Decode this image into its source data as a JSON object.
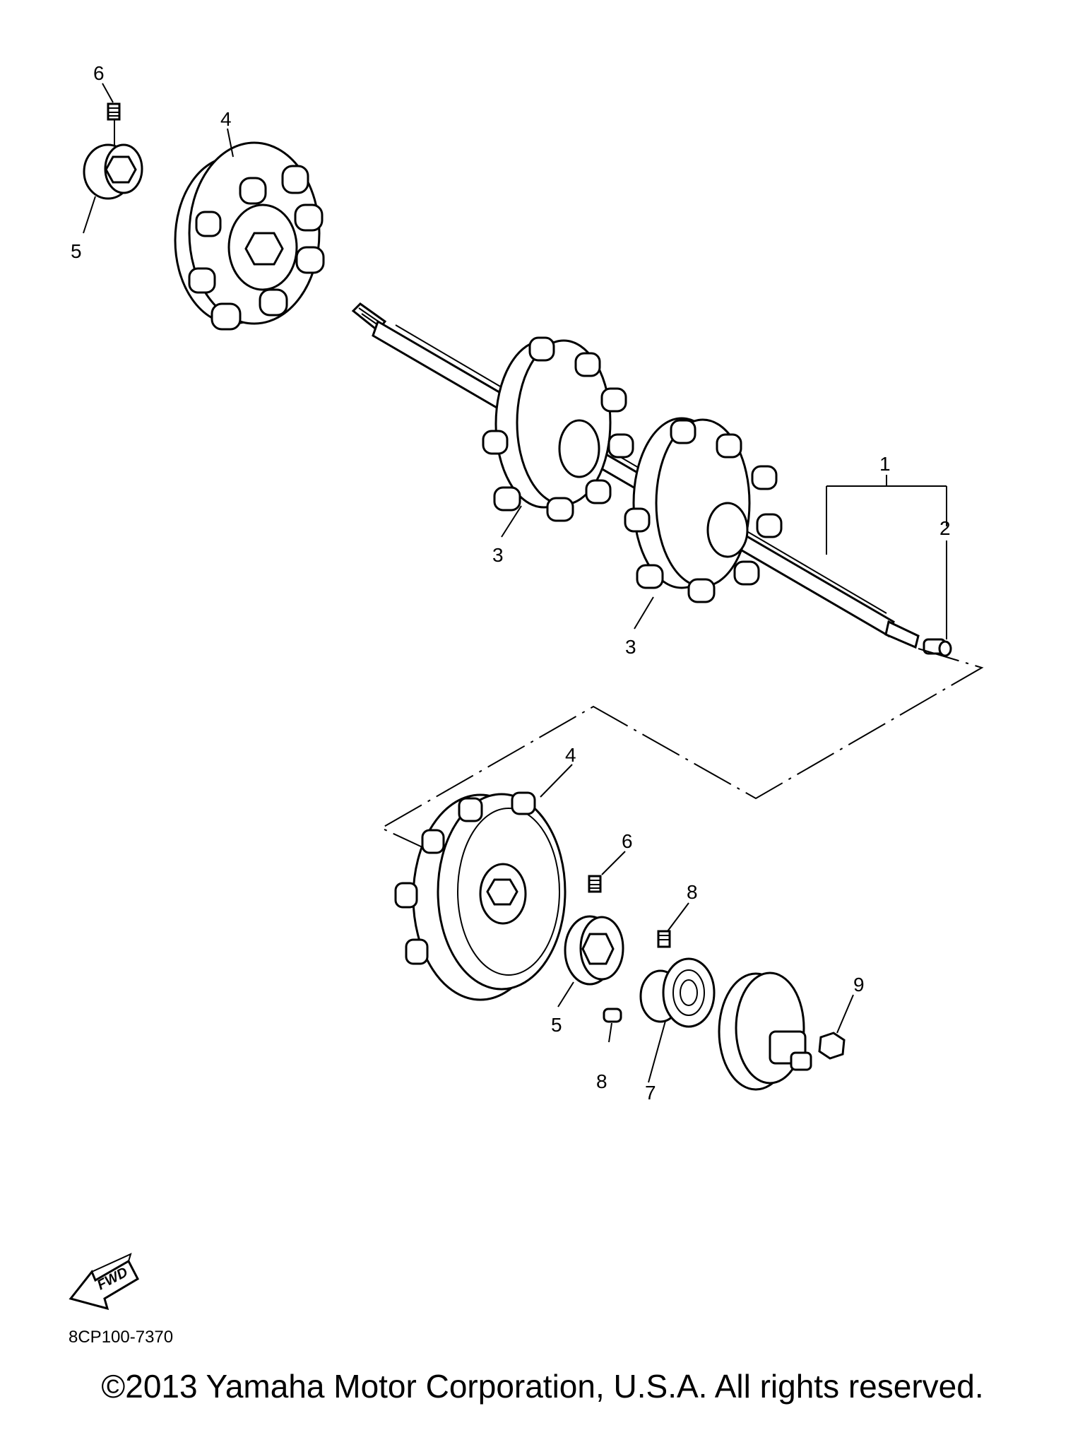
{
  "diagram": {
    "callouts": {
      "c1": "1",
      "c2": "2",
      "c3a": "3",
      "c3b": "3",
      "c4a": "4",
      "c4b": "4",
      "c5a": "5",
      "c5b": "5",
      "c6a": "6",
      "c6b": "6",
      "c7": "7",
      "c8a": "8",
      "c8b": "8",
      "c9": "9"
    },
    "fwd_label": "FWD",
    "diagram_code": "8CP100-7370"
  },
  "footer": {
    "copyright": "©2013 Yamaha Motor Corporation, U.S.A. All rights reserved."
  }
}
